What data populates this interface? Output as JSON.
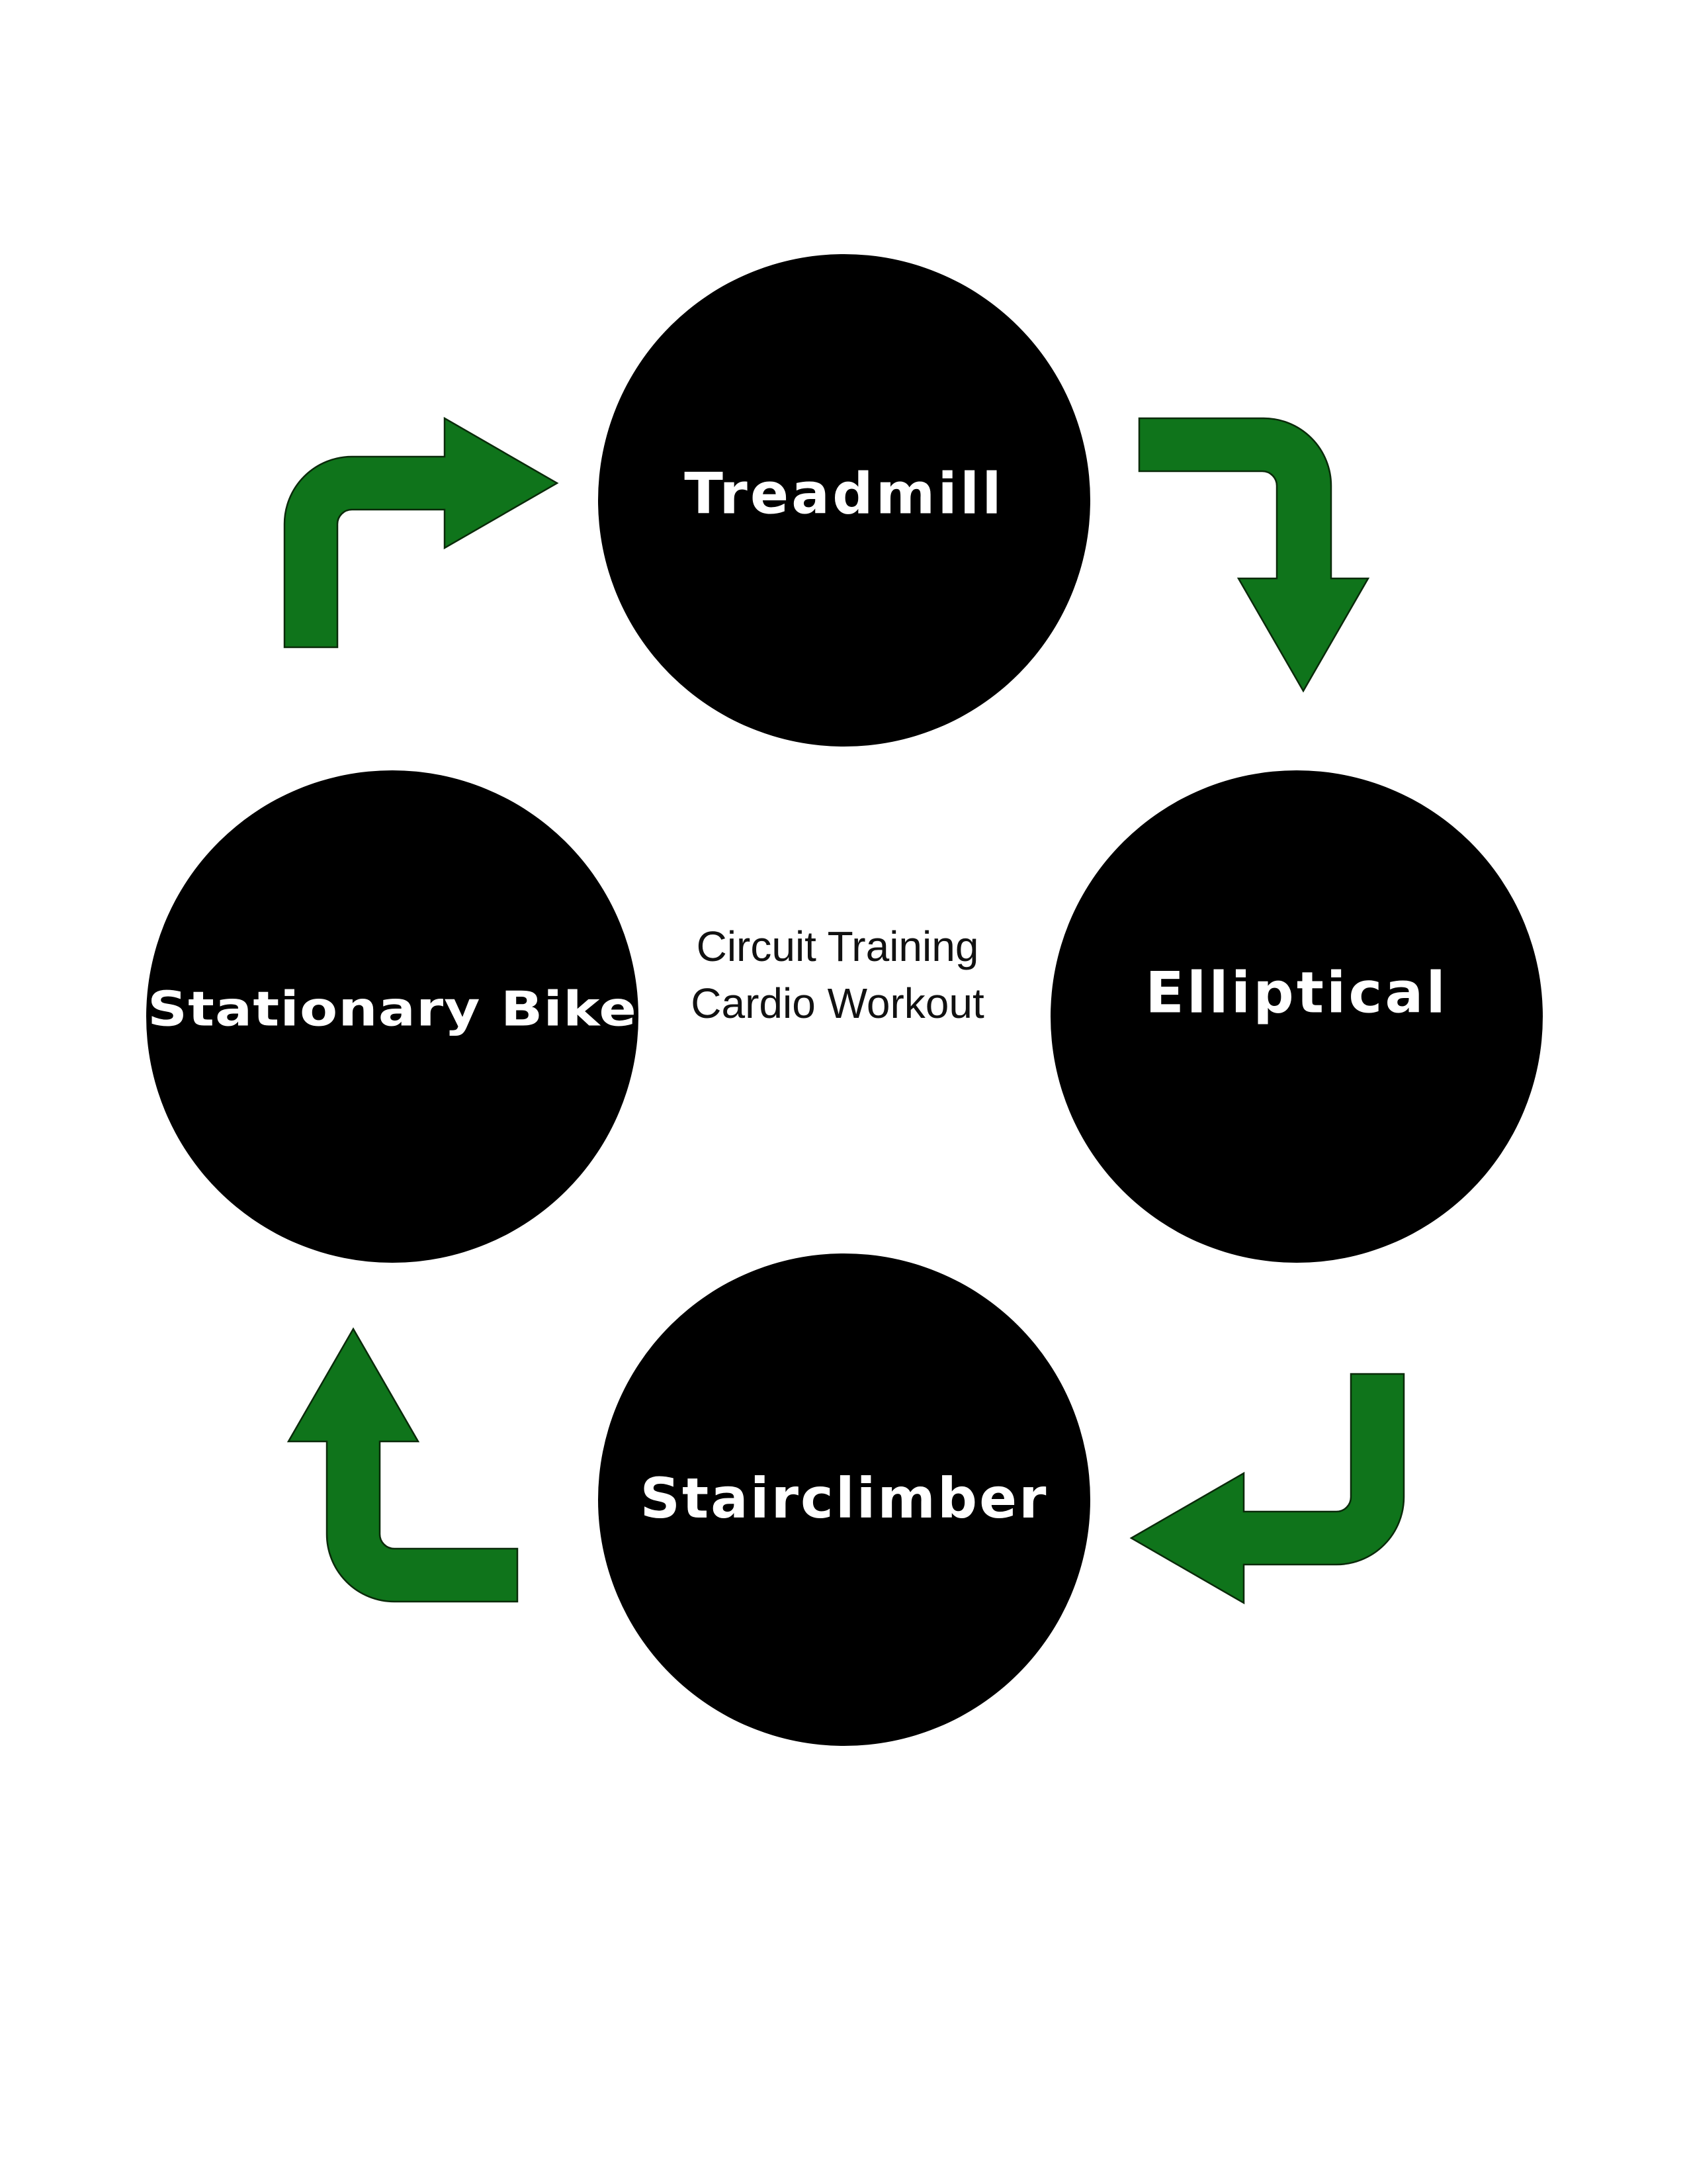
{
  "colors": {
    "background": "#ffffff",
    "node_fill": "#000000",
    "node_text": "#ffffff",
    "arrow_fill": "#0f741b",
    "arrow_stroke": "#0a2a0a",
    "center_text": "#111111"
  },
  "center": {
    "line1": "Circuit Training",
    "line2": "Cardio Workout"
  },
  "nodes": {
    "top": {
      "label": "Treadmill"
    },
    "right": {
      "label": "Elliptical"
    },
    "bottom": {
      "label": "Stairclimber"
    },
    "left": {
      "label": "Stationary Bike"
    }
  },
  "arrows": {
    "left_to_top": {
      "icon": "elbow-arrow-right-icon"
    },
    "top_to_right": {
      "icon": "elbow-arrow-down-icon"
    },
    "right_to_bottom": {
      "icon": "elbow-arrow-left-icon"
    },
    "bottom_to_left": {
      "icon": "elbow-arrow-up-icon"
    }
  }
}
